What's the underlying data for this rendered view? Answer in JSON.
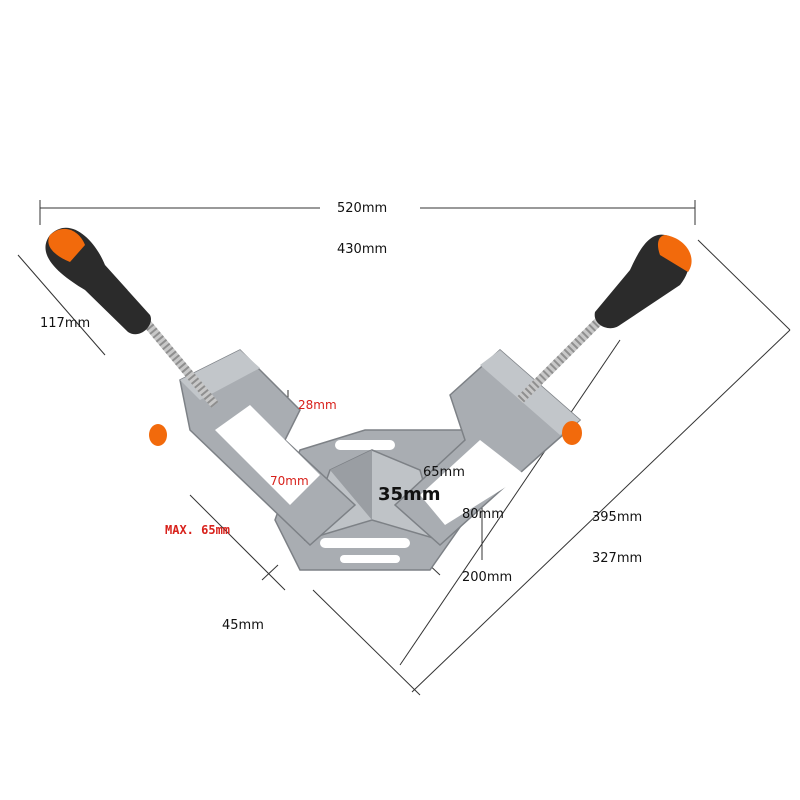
{
  "colors": {
    "handle_orange": "#f26a0c",
    "handle_black": "#2b2b2b",
    "body_gray": "#a9adb2",
    "accent_red": "#d8211b",
    "line": "#333333"
  },
  "dimensions": {
    "overall_width": "520mm",
    "inner_width": "430mm",
    "handle_length": "117mm",
    "jaw_height": "28mm",
    "jaw_depth": "70mm",
    "max_opening": "MAX. 65mm",
    "jaw_width": "45mm",
    "base_inner": "65mm",
    "center_gap": "35mm",
    "base_height": "80mm",
    "base_width": "200mm",
    "diagonal_outer": "395mm",
    "diagonal_inner": "327mm"
  }
}
